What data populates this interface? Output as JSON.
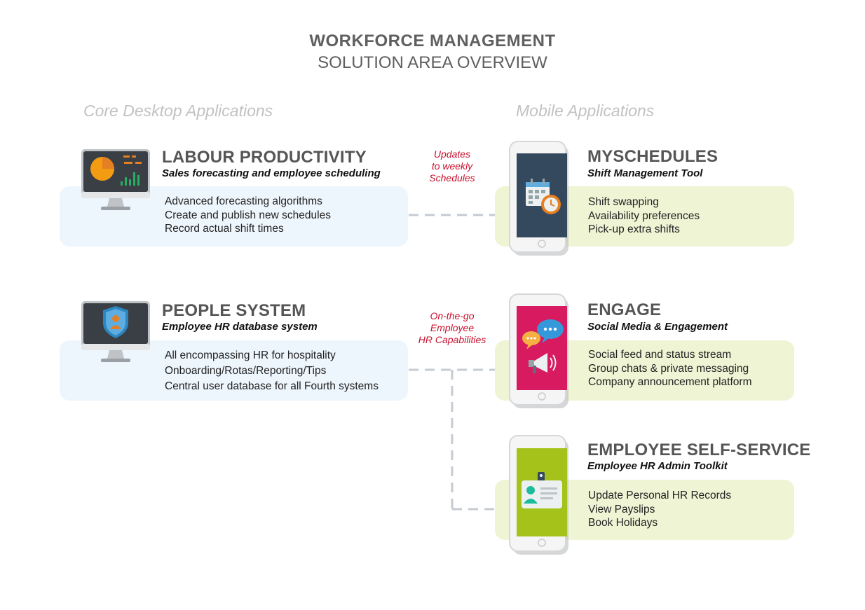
{
  "title": {
    "line1": "WORKFORCE  MANAGEMENT",
    "line2": "SOLUTION AREA OVERVIEW"
  },
  "columns": {
    "left": "Core Desktop Applications",
    "right": "Mobile Applications"
  },
  "connectors": {
    "top_note": [
      "Updates",
      "to weekly",
      "Schedules"
    ],
    "bottom_note": [
      "On-the-go",
      "Employee",
      "HR Capabilities"
    ]
  },
  "desktop_apps": [
    {
      "heading": "LABOUR PRODUCTIVITY",
      "subheading": "Sales forecasting and employee scheduling",
      "icon": "chart-monitor-icon",
      "bullets": [
        "Advanced forecasting algorithms",
        "Create and publish new schedules",
        "Record actual shift times"
      ]
    },
    {
      "heading": "PEOPLE SYSTEM",
      "subheading": "Employee HR database system",
      "icon": "shield-monitor-icon",
      "bullets": [
        "All encompassing HR for hospitality",
        "Onboarding/Rotas/Reporting/Tips",
        "Central user database for all Fourth systems"
      ]
    }
  ],
  "mobile_apps": [
    {
      "heading": "MYSCHEDULES",
      "subheading": "Shift Management Tool",
      "icon": "calendar-clock-icon",
      "screen_color": "#34495e",
      "bullets": [
        "Shift swapping",
        "Availability preferences",
        "Pick-up extra shifts"
      ]
    },
    {
      "heading": "ENGAGE",
      "subheading": "Social Media & Engagement",
      "icon": "chat-megaphone-icon",
      "screen_color": "#d81b60",
      "bullets": [
        "Social feed and status stream",
        "Group chats & private messaging",
        "Company announcement platform"
      ]
    },
    {
      "heading": "EMPLOYEE SELF-SERVICE",
      "subheading": "Employee HR Admin Toolkit",
      "icon": "id-badge-icon",
      "screen_color": "#a4c21a",
      "bullets": [
        "Update Personal HR Records",
        "View Payslips",
        "Book Holidays"
      ]
    }
  ],
  "colors": {
    "desktop_panel": "#eef6fd",
    "mobile_panel": "#eef4d4",
    "note_text": "#c8102e",
    "heading_text": "#555555",
    "connector": "#c5cbd3"
  }
}
